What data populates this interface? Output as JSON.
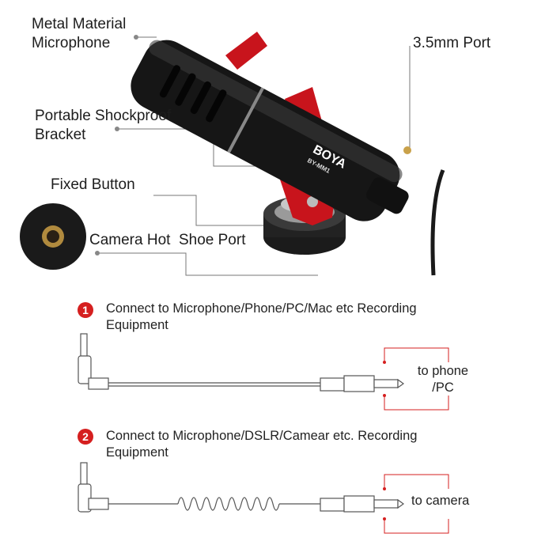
{
  "product": {
    "brand": "BOYA",
    "model": "BY-MM1"
  },
  "callouts": {
    "metal": [
      "Metal Material",
      "Microphone"
    ],
    "port": "3.5mm Port",
    "bracket": [
      "Portable Shockproof",
      "Bracket"
    ],
    "fixed_button": "Fixed Button",
    "hot_shoe": "Camera Hot  Shoe Port"
  },
  "connections": [
    {
      "number": "1",
      "text": "Connect to Microphone/Phone/PC/Mac etc Recording Equipment",
      "target": [
        "to phone",
        "/PC"
      ]
    },
    {
      "number": "2",
      "text": "Connect to Microphone/DSLR/Camear etc. Recording Equipment",
      "target": [
        "to camera"
      ]
    }
  ],
  "colors": {
    "accent": "#d51f1f",
    "mount": "#c8141c",
    "body": "#151515"
  }
}
